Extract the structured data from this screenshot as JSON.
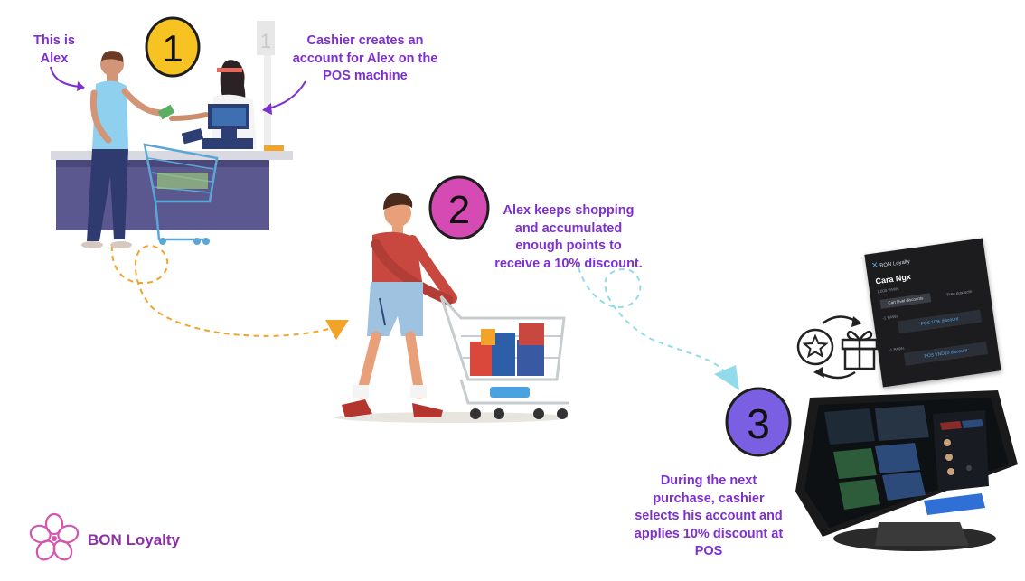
{
  "steps": [
    {
      "number": "1",
      "caption_lines": [
        "Cashier creates an",
        "account for Alex on the",
        "POS machine"
      ]
    },
    {
      "number": "2",
      "caption_lines": [
        "Alex keeps shopping",
        "and accumulated",
        "enough points to",
        "receive a 10% discount."
      ]
    },
    {
      "number": "3",
      "caption_lines": [
        "During the next",
        "purchase, cashier",
        "selects his account and",
        "applies 10% discount at",
        "POS"
      ]
    }
  ],
  "alex_label_lines": [
    "This is",
    "Alex"
  ],
  "brand": {
    "name": "BON Loyalty"
  },
  "pos_panel": {
    "app_title": "BON Loyalty",
    "customer_name": "Cara Ngx",
    "points": "1,000 PAWs",
    "tabs": [
      "Cart level discounts",
      "Free products"
    ],
    "rewards": [
      {
        "cost": "-1 PAWs",
        "label": "POS 10% discount"
      },
      {
        "cost": "-1 PAWs",
        "label": "POS VND10 discount"
      }
    ]
  },
  "colors": {
    "caption": "#7e2fd0",
    "brand": "#8e2fa8",
    "badge_1": "#f7c322",
    "badge_2": "#d64bb3",
    "badge_3": "#7b5fe3",
    "path_orange": "#f2a32a",
    "path_blue": "#93dbea"
  }
}
